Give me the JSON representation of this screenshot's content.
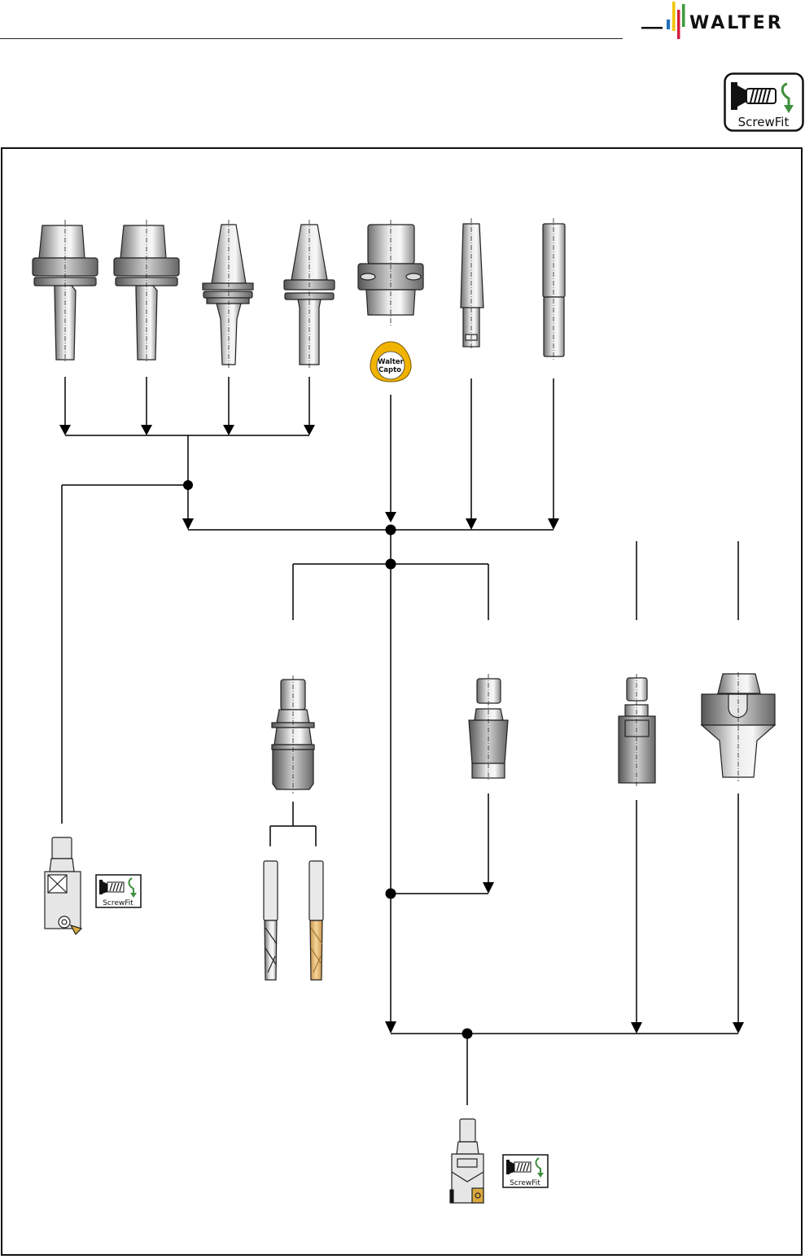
{
  "header": {
    "brand": "WALTER",
    "brand_colors": {
      "blue": "#1f6fb8",
      "yellow": "#f2c300",
      "red": "#d31f3c",
      "green": "#3c9a3c",
      "text": "#111111"
    }
  },
  "badges": {
    "screwfit_label": "ScrewFit",
    "screwfit_arrow_color": "#3f8f3f",
    "capto_line1": "Walter",
    "capto_line2": "Capto",
    "capto_tm": "™",
    "capto_ring_color": "#f0b400"
  },
  "diagram": {
    "title": "ScrewFit adaptor system overview",
    "machine_spindles": [
      {
        "id": "hsk-a-1",
        "name": "HSK-A holder"
      },
      {
        "id": "hsk-a-2",
        "name": "HSK-A holder (variant)"
      },
      {
        "id": "sk-din",
        "name": "SK steep taper holder"
      },
      {
        "id": "bt-mas",
        "name": "BT / MAS holder"
      },
      {
        "id": "capto",
        "name": "Walter Capto holder"
      },
      {
        "id": "morse-shank",
        "name": "Tapered shank"
      },
      {
        "id": "cyl-shank",
        "name": "Cylindrical shank"
      }
    ],
    "adaptors": [
      {
        "id": "collet-chuck",
        "name": "ScrewFit collet chuck"
      },
      {
        "id": "taper-adaptor",
        "name": "Conical adaptor"
      },
      {
        "id": "cyl-adaptor",
        "name": "Cylindrical adaptor"
      },
      {
        "id": "flange-adaptor",
        "name": "Flange adaptor"
      }
    ],
    "tools": [
      {
        "id": "milling-cutter-left",
        "name": "ScrewFit milling cutter",
        "badge": "ScrewFit"
      },
      {
        "id": "solid-mill-uncoated",
        "name": "Solid carbide end mill (uncoated)"
      },
      {
        "id": "solid-mill-coated",
        "name": "Solid carbide end mill (coated)"
      },
      {
        "id": "milling-cutter-bottom",
        "name": "ScrewFit milling cutter",
        "badge": "ScrewFit"
      }
    ],
    "colors": {
      "line": "#000000",
      "steel_dark": "#6e6e6e",
      "steel_light": "#ececec",
      "coating": "#e6b56a",
      "insert": "#d9a93f"
    }
  }
}
